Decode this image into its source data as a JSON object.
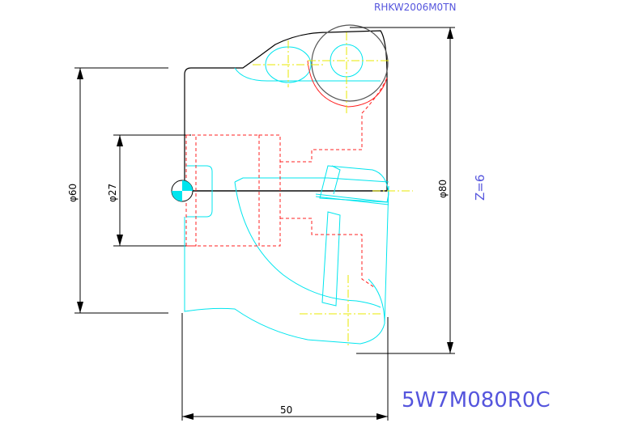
{
  "drawing": {
    "top_label": "RHKW2006M0TN",
    "bottom_code": "5W7M080R0C",
    "teeth_label": "Z=6",
    "dimensions": {
      "outer_diameter": "φ80",
      "shank_diameter": "φ60",
      "bore_diameter": "φ27",
      "length": "50"
    }
  },
  "colors": {
    "outline": "#000000",
    "cyan_geometry": "#00e5ee",
    "hidden_lines": "#ff2020",
    "center_lines": "#e8e800",
    "label_text": "#5555dd"
  }
}
